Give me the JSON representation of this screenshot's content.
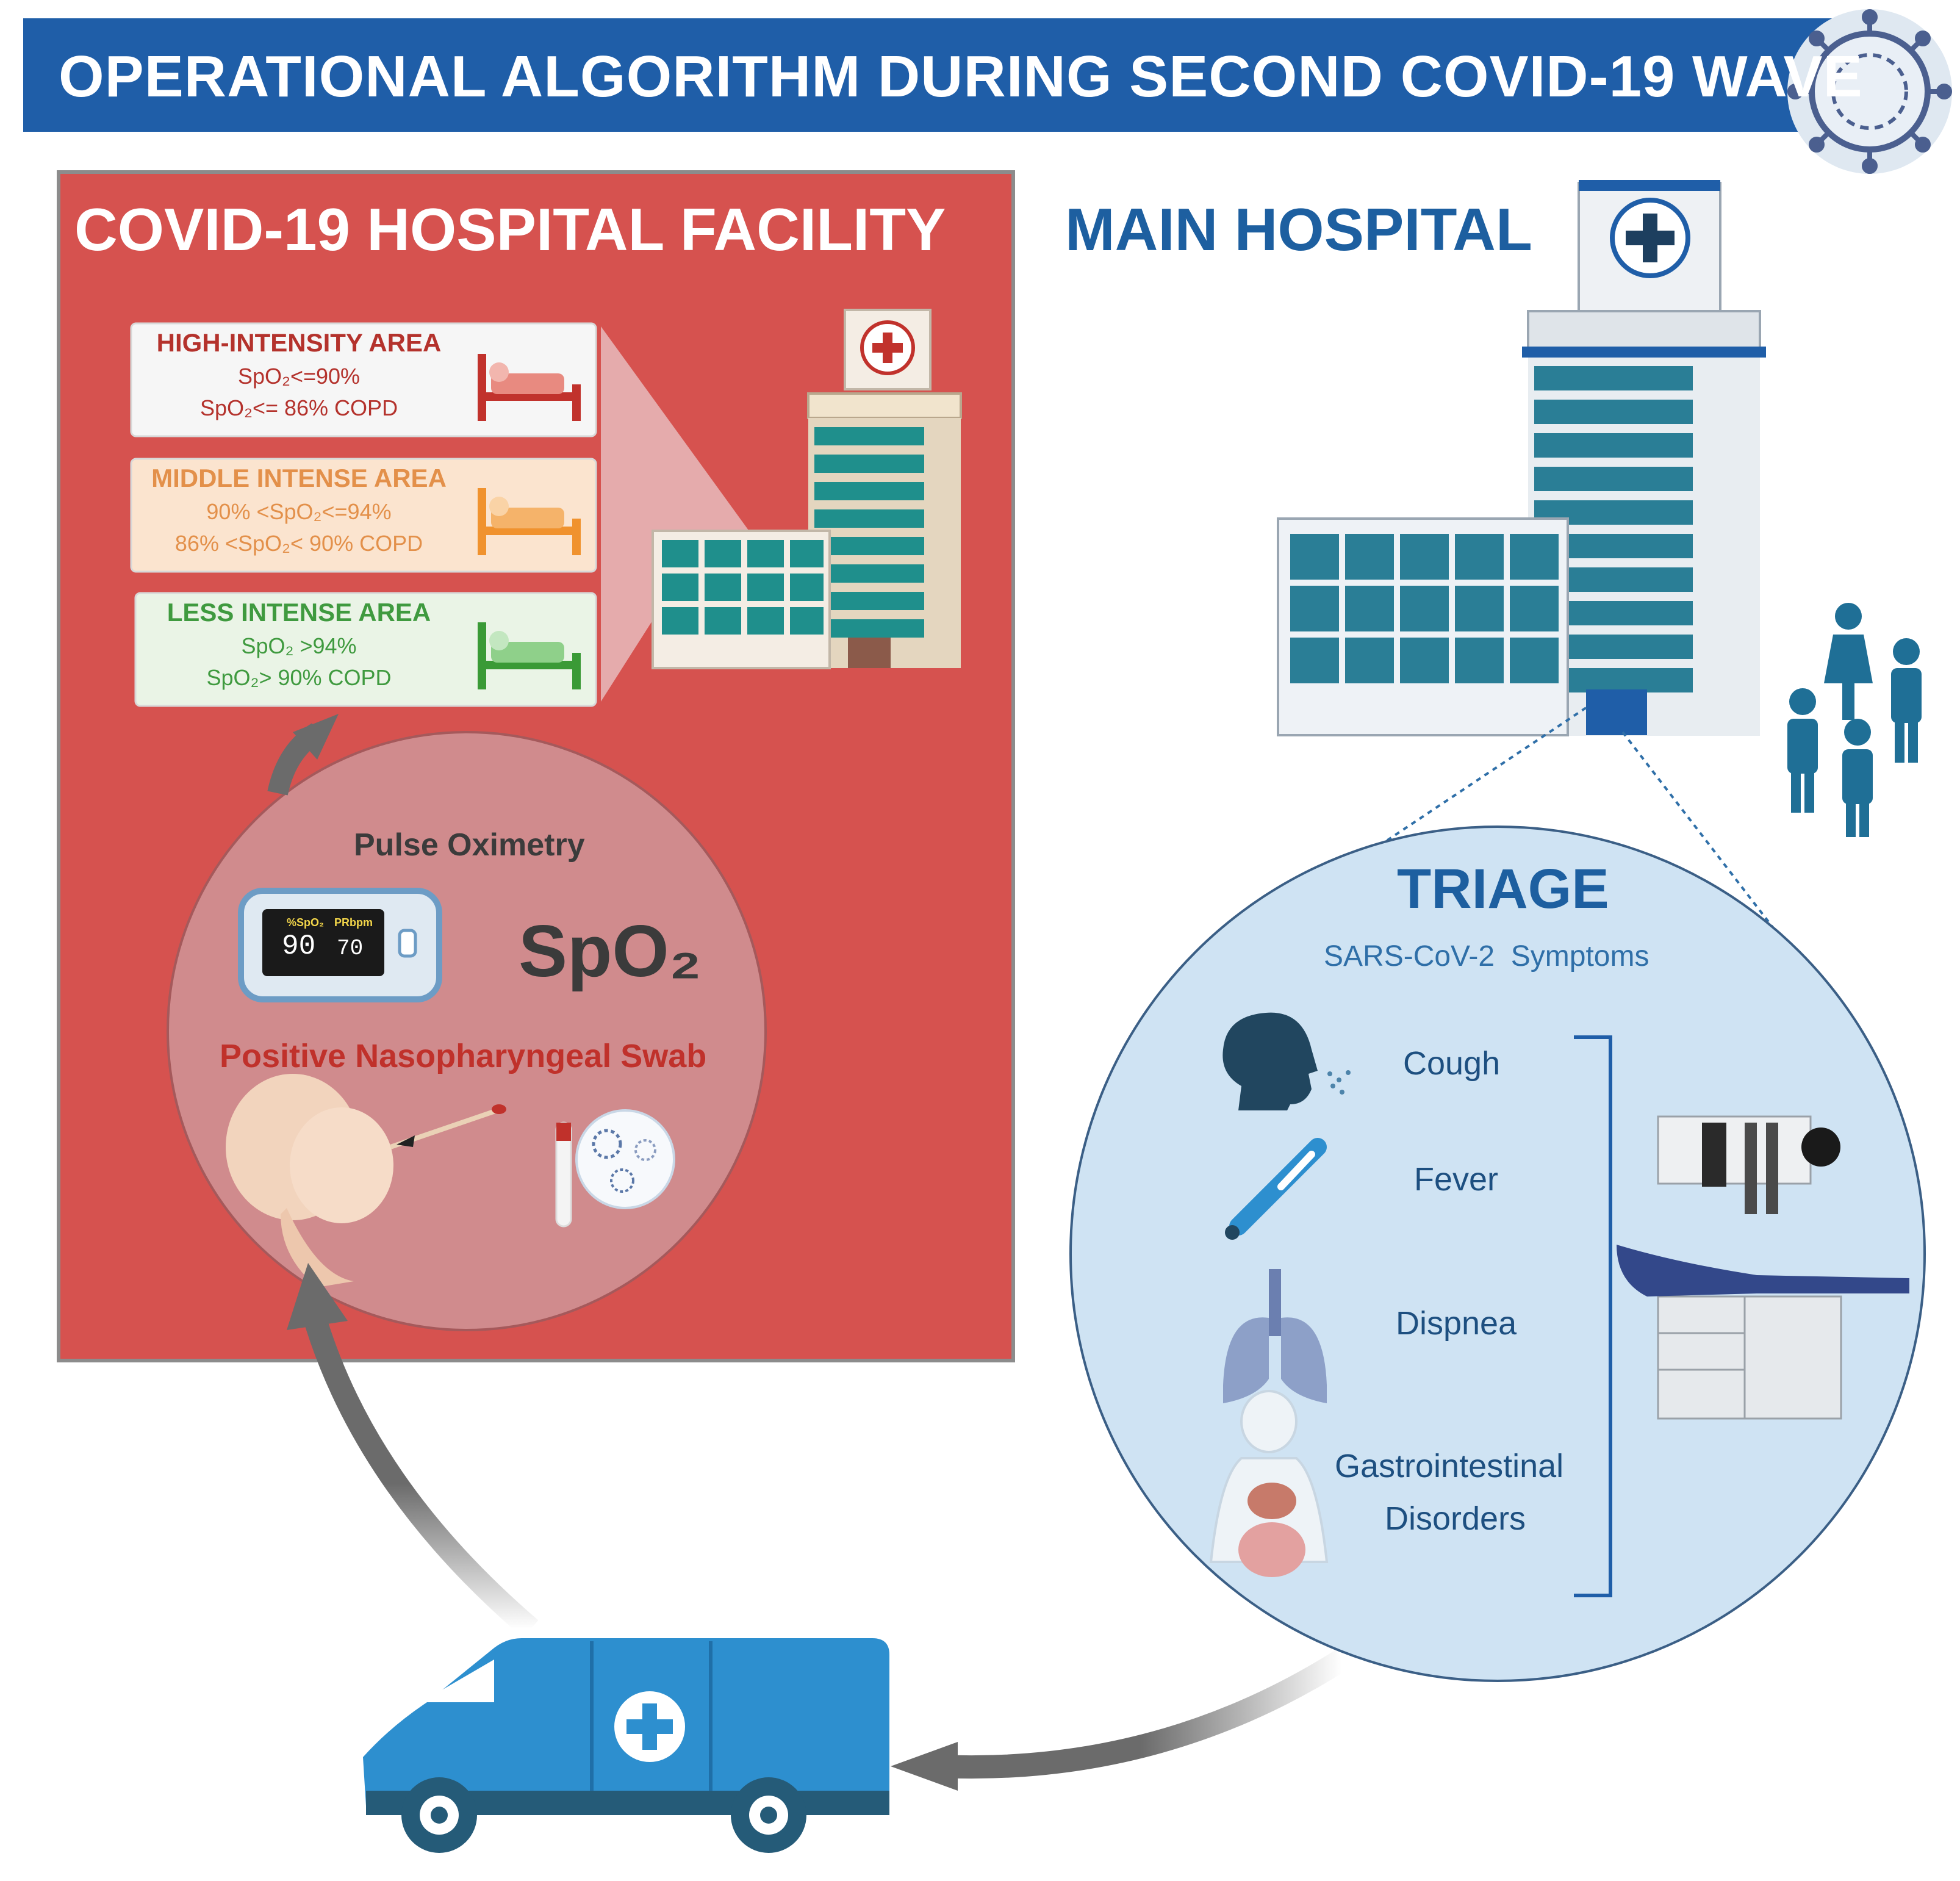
{
  "header": {
    "title": "OPERATIONAL ALGORITHM DURING SECOND COVID-19 WAVE"
  },
  "covid_facility": {
    "title": "COVID-19 HOSPITAL FACILITY",
    "zones": [
      {
        "name": "HIGH-INTENSITY AREA",
        "line1": "SpO₂<=90%",
        "line2": "SpO₂<= 86% COPD",
        "color": "#b4322c"
      },
      {
        "name": "MIDDLE INTENSE AREA",
        "line1": "90% <SpO₂<=94%",
        "line2": "86% <SpO₂< 90% COPD",
        "color": "#e3904a"
      },
      {
        "name": "LESS INTENSE AREA",
        "line1": "SpO₂ >94%",
        "line2": "SpO₂> 90% COPD",
        "color": "#3f9a3f"
      }
    ],
    "pulse_label": "Pulse Oximetry",
    "oximeter": {
      "spo2_tag": "%SpO₂",
      "pr_tag": "PRbpm",
      "spo2": "90",
      "pr": "70"
    },
    "spo2_label": "SpO₂",
    "swab_label": "Positive Nasopharyngeal Swab"
  },
  "main_hospital": {
    "title": "MAIN HOSPITAL"
  },
  "triage": {
    "title": "TRIAGE",
    "subtitle": "SARS-CoV-2  Symptoms",
    "symptoms": [
      "Cough",
      "Fever",
      "Dispnea",
      "Gastrointestinal",
      "Disorders"
    ]
  },
  "colors": {
    "banner_blue": "#1f5ea8",
    "facility_red": "#d6524f",
    "triage_blue": "#cfe3f3",
    "ambulance_blue": "#2d8fcf",
    "arrow_gray": "#6b6b6b"
  }
}
